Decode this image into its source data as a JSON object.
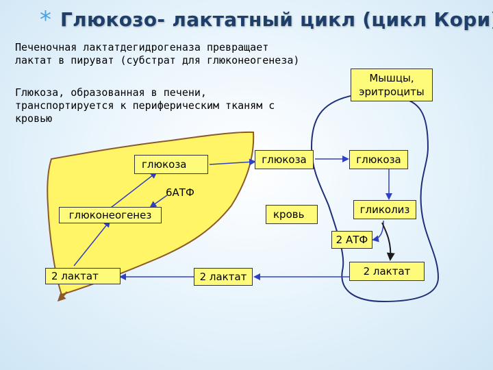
{
  "slide": {
    "title_bullet": "*",
    "title": "Глюкозо- лактатный цикл (цикл Кори)",
    "para1": "Печеночная лактатдегидрогеназа превращает\nлактат в пируват (субстрат для глюконеогенеза)",
    "para2": "Глюкоза, образованная в печени,\nтранспортируется к периферическим тканям с\nкровью"
  },
  "diagram": {
    "muscle_box": "Мышцы,\nэритроциты",
    "glucose_liver": "глюкоза",
    "glucose_blood": "глюкоза",
    "glucose_muscle": "глюкоза",
    "atp6": "6АТФ",
    "gluconeogenesis": "глюконеогенез",
    "blood": "кровь",
    "glycolysis": "гликолиз",
    "atp2": "2 АТФ",
    "lactate_liver": "2 лактат",
    "lactate_blood": "2 лактат",
    "lactate_muscle": "2 лактат"
  },
  "colors": {
    "liver_fill": "#fff566",
    "liver_stroke": "#8a5a2b",
    "box_fill": "#fffb7a",
    "arrow": "#3040c0",
    "title": "#1f3f6b",
    "bullet": "#4aa3df"
  }
}
